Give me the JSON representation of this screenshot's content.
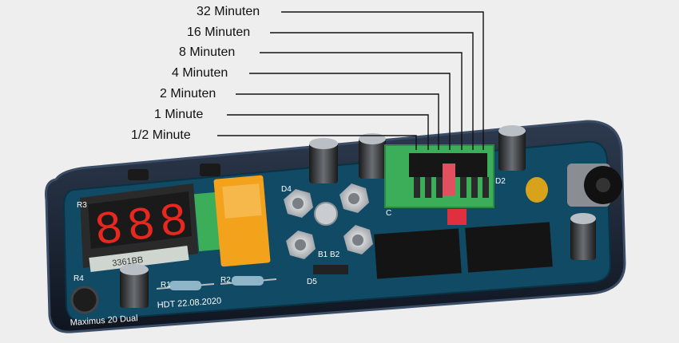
{
  "callouts": [
    {
      "label": "32 Minuten"
    },
    {
      "label": "16 Minuten"
    },
    {
      "label": "8 Minuten"
    },
    {
      "label": "4 Minuten"
    },
    {
      "label": "2 Minuten"
    },
    {
      "label": "1 Minute"
    },
    {
      "label": "1/2 Minute"
    }
  ],
  "display": {
    "digits": "888",
    "module_print": "3361BB"
  },
  "board": {
    "silkscreen_name": "Maximus 20 Dual",
    "date_stamp": "HDT 22.08.2020",
    "component_labels": {
      "r1": "R1",
      "r2": "R2",
      "r3": "R3",
      "r4": "R4",
      "d4": "D4",
      "d5": "D5",
      "d2": "D2",
      "b1b2": "B1 B2",
      "c": "C"
    }
  },
  "colors": {
    "pcb": "#114a64",
    "enclosure": "#1b2536",
    "relay": "#f3a21c",
    "dip_board": "#3cae5a",
    "display": "#2a2a2a",
    "segment": "#e8281e"
  }
}
